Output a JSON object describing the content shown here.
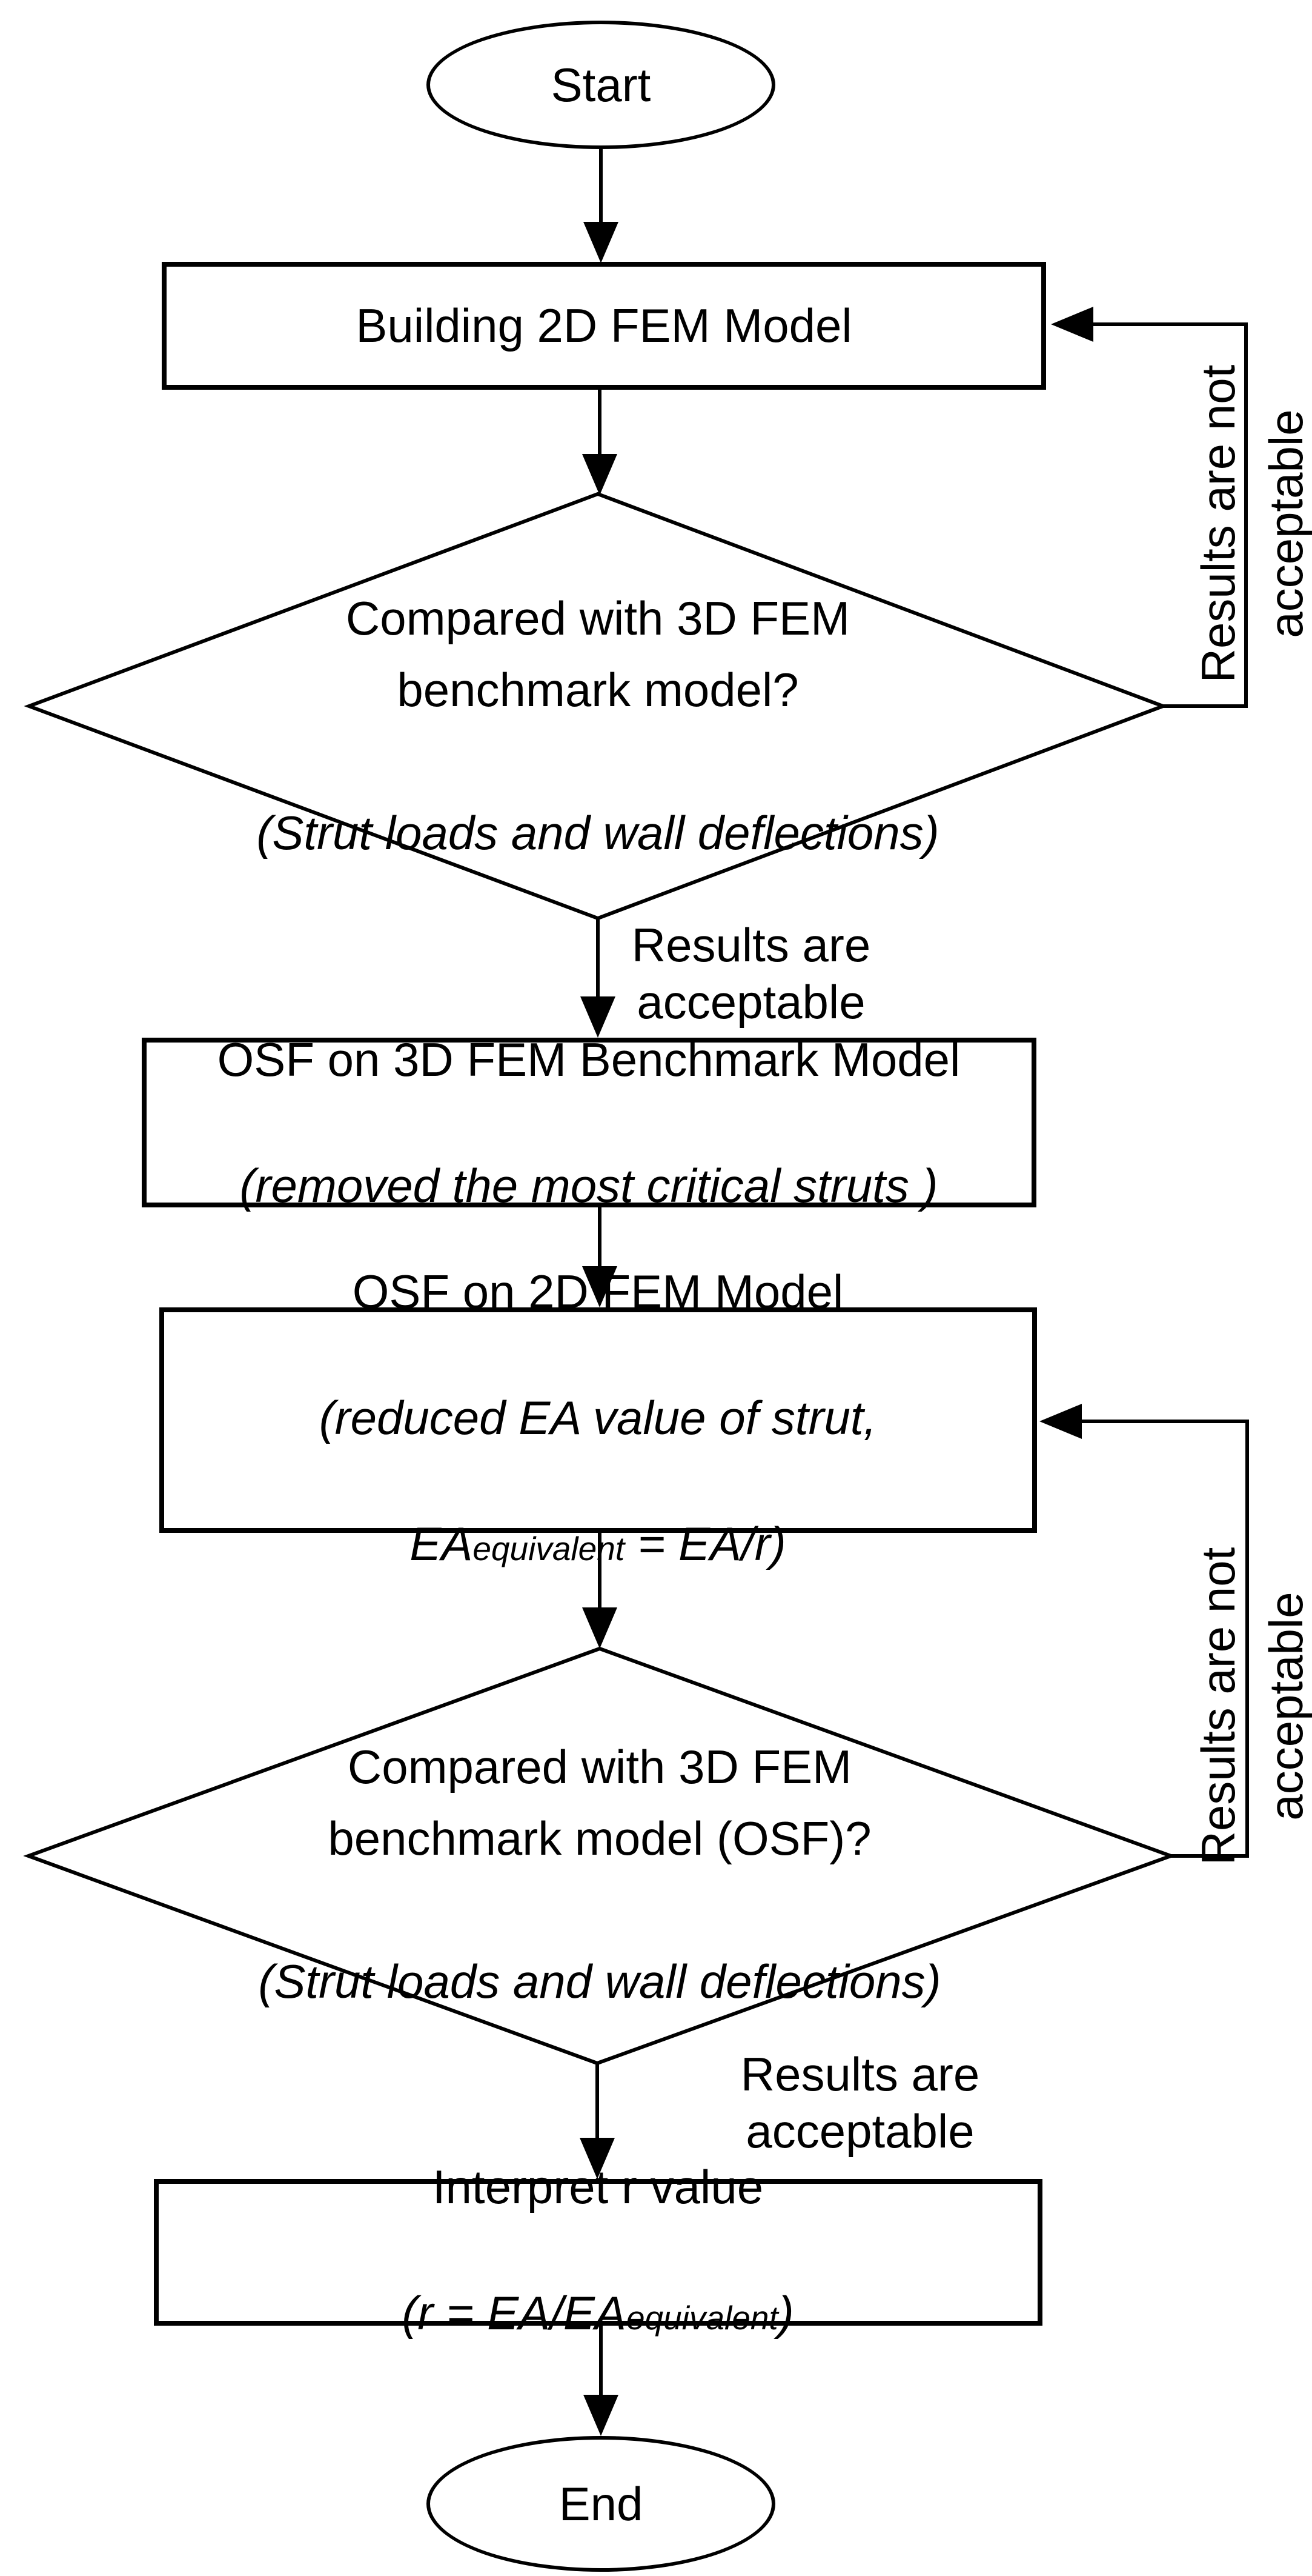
{
  "nodes": {
    "start": {
      "label": "Start"
    },
    "build_2d": {
      "label": "Building 2D FEM Model"
    },
    "compare_1": {
      "question": "Compared with 3D FEM\nbenchmark model?",
      "note": "(Strut loads and wall deflections)"
    },
    "osf_3d": {
      "label": "OSF on 3D FEM Benchmark Model",
      "note": "(removed the most critical struts )"
    },
    "osf_2d": {
      "label": "OSF on 2D FEM Model",
      "note_line1": "(reduced EA value of strut,",
      "note_line2": {
        "pre": "EA",
        "sub": "equivalent",
        "post": " = EA/r)"
      }
    },
    "compare_2": {
      "question": "Compared with 3D FEM\nbenchmark model (OSF)?",
      "note": "(Strut loads and wall deflections)"
    },
    "interpret_r": {
      "label": "Interpret r value",
      "note": {
        "pre": "(r = EA/EA",
        "sub": "equivalent",
        "post": ")"
      }
    },
    "end": {
      "label": "End"
    }
  },
  "edge_labels": {
    "accept_1": "Results are\nacceptable",
    "reject_1": "Results are not\nacceptable",
    "accept_2": "Results are\nacceptable",
    "reject_2": "Results are not\nacceptable"
  },
  "colors": {
    "stroke": "#000000",
    "background": "#ffffff",
    "text": "#000000"
  }
}
